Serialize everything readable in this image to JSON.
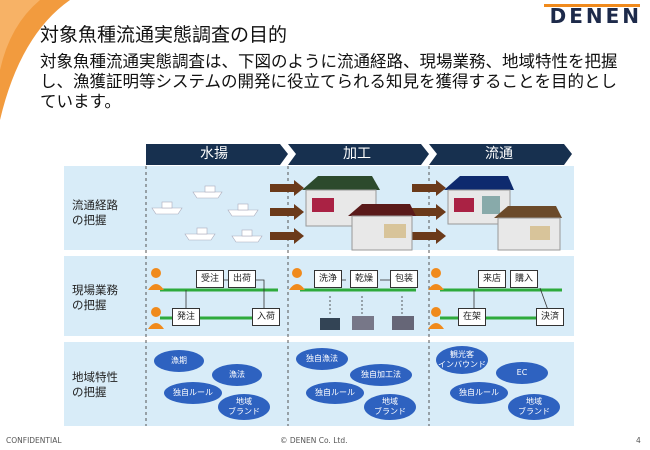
{
  "header": {
    "title": "対象魚種流通実態調査の目的",
    "lead": "対象魚種流通実態調査は、下図のように流通経路、現場業務、地域特性を把握し、漁獲証明等システムの開発に役立てられる知見を獲得することを目的としています。",
    "logo": "DENEN"
  },
  "colors": {
    "accent": "#f08a1c",
    "navy": "#1d2a4a",
    "band": "#d8ecf8",
    "bubble": "#2e62c0",
    "line": "#2eaa3c"
  },
  "columns": [
    "水揚",
    "加工",
    "流通"
  ],
  "rows": [
    {
      "label": [
        "流通経路",
        "の把握"
      ]
    },
    {
      "label": [
        "現場業務",
        "の把握"
      ]
    },
    {
      "label": [
        "地域特性",
        "の把握"
      ]
    }
  ],
  "operations": {
    "landing": {
      "top": [
        "受注",
        "出荷"
      ],
      "bottom": [
        "発注",
        "入荷"
      ]
    },
    "processing": [
      "洗浄",
      "乾燥",
      "包装"
    ],
    "distribution": {
      "top": [
        "来店",
        "購入"
      ],
      "bottom": [
        "在架",
        "決済"
      ]
    }
  },
  "characteristics": {
    "landing": [
      "漁期",
      "漁法",
      "独自ルール",
      [
        "地域",
        "ブランド"
      ]
    ],
    "processing": [
      "独自漁法",
      "独自加工法",
      "独自ルール",
      [
        "地域",
        "ブランド"
      ]
    ],
    "distribution": [
      [
        "観光客",
        "インバウンド"
      ],
      "EC",
      "独自ルール",
      [
        "地域",
        "ブランド"
      ]
    ]
  },
  "icons": [
    "boat-icon",
    "factory-icon",
    "shop-icon",
    "person-icon",
    "arrow-icon"
  ],
  "footer": {
    "left": "CONFIDENTIAL",
    "center": "© DENEN Co. Ltd.",
    "page": "4"
  }
}
